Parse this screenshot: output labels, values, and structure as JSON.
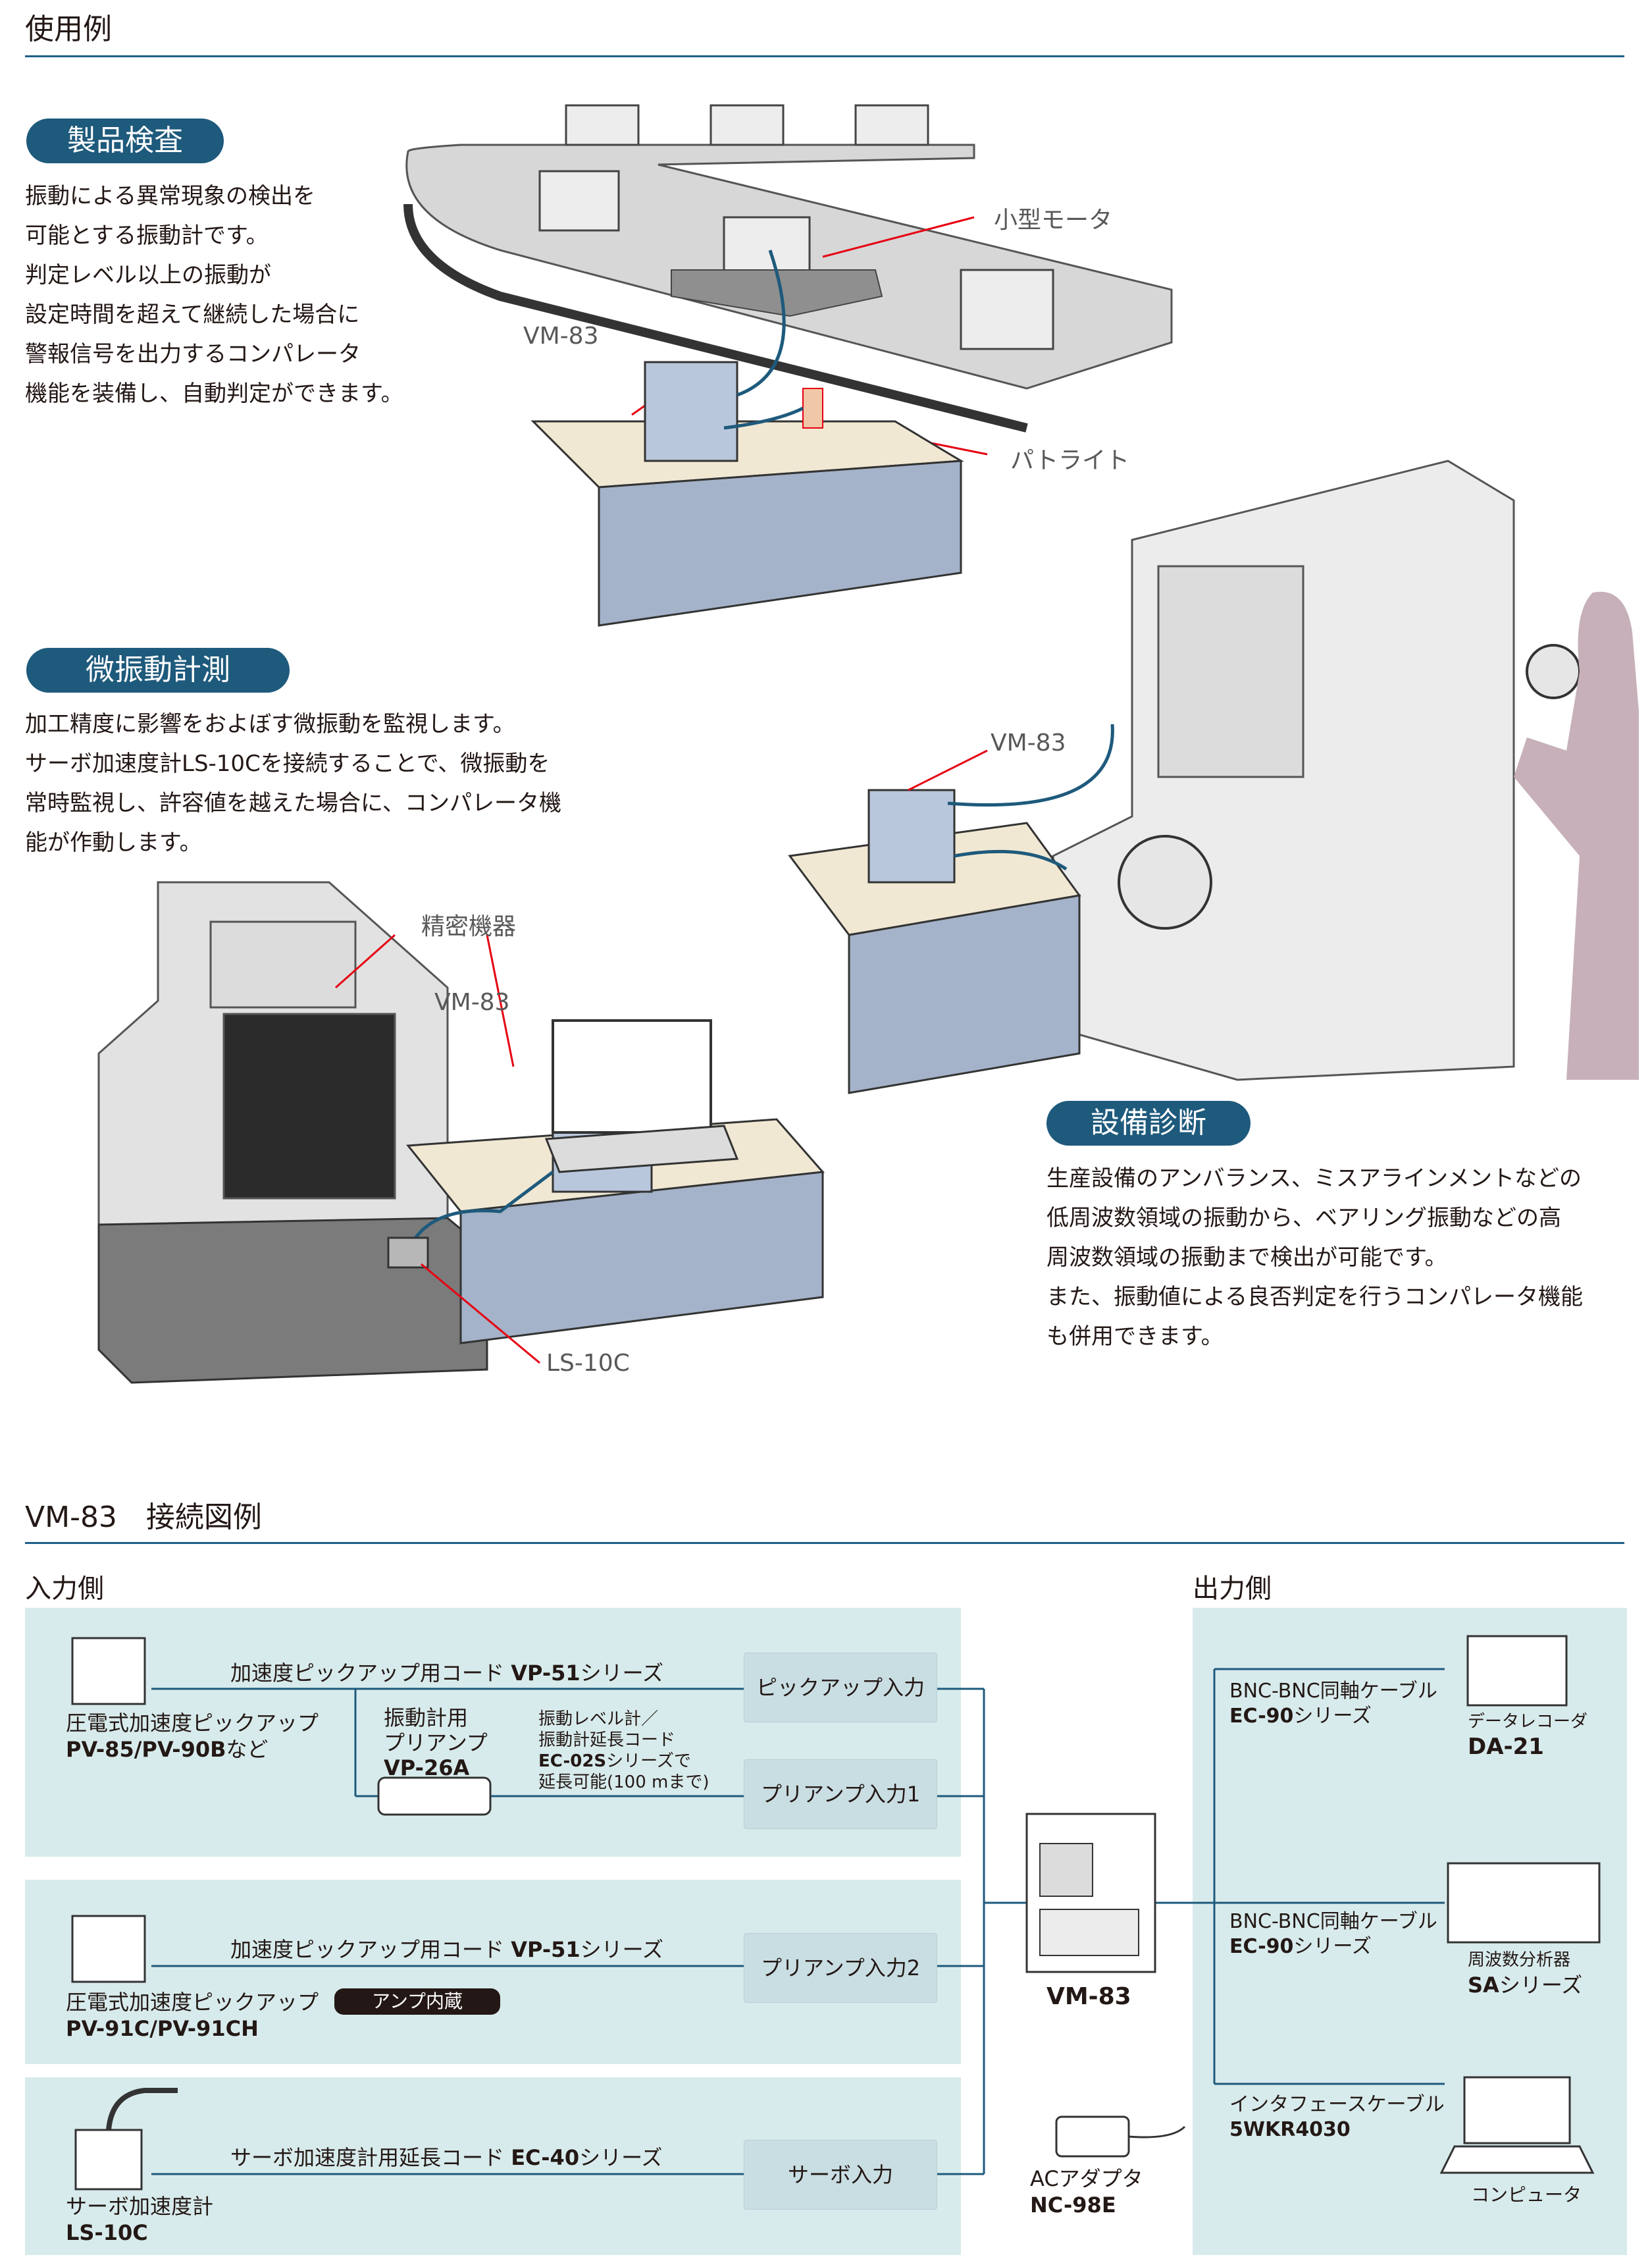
{
  "usage": {
    "section_title": "使用例",
    "inspection": {
      "pill": "製品検査",
      "lines": [
        "振動による異常現象の検出を",
        "可能とする振動計です。",
        "判定レベル以上の振動が",
        "設定時間を超えて継続した場合に",
        "警報信号を出力するコンパレータ",
        "機能を装備し、自動判定ができます。"
      ],
      "callout_motor": "小型モータ",
      "callout_vm": "VM-83",
      "callout_light": "パトライト"
    },
    "micro": {
      "pill": "微振動計測",
      "lines": [
        "加工精度に影響をおよぼす微振動を監視します。",
        "サーボ加速度計LS-10Cを接続することで、微振動を",
        "常時監視し、許容値を越えた場合に、コンパレータ機",
        "能が作動します。"
      ],
      "callout_precision": "精密機器",
      "callout_vm": "VM-83",
      "callout_ls": "LS-10C"
    },
    "diagnosis": {
      "callout_vm": "VM-83",
      "pill": "設備診断",
      "lines": [
        "生産設備のアンバランス、ミスアラインメントなどの",
        "低周波数領域の振動から、ベアリング振動などの高",
        "周波数領域の振動まで検出が可能です。",
        "また、振動値による良否判定を行うコンパレータ機能",
        "も併用できます。"
      ]
    }
  },
  "connection": {
    "section_title": "VM-83　接続図例",
    "input_side": "入力側",
    "output_side": "出力側",
    "panel1": {
      "cord_prefix": "加速度ピックアップ用コード ",
      "cord_model": "VP-51",
      "cord_suffix": "シリーズ",
      "pickup_label": "圧電式加速度ピックアップ",
      "pickup_model": "PV-85/PV-90B",
      "pickup_suffix": "など",
      "preamp_lines": [
        "振動計用",
        "プリアンプ"
      ],
      "preamp_model": "VP-26A",
      "ext_lines": [
        "振動レベル計／",
        "振動計延長コード"
      ],
      "ext_model": "EC-02S",
      "ext_suffix": "シリーズで",
      "ext_note": "延長可能(100 mまで)",
      "box_pickup": "ピックアップ入力",
      "box_preamp1": "プリアンプ入力1"
    },
    "panel2": {
      "cord_prefix": "加速度ピックアップ用コード ",
      "cord_model": "VP-51",
      "cord_suffix": "シリーズ",
      "pickup_label": "圧電式加速度ピックアップ",
      "amp_tag": "アンプ内蔵",
      "pickup_model": "PV-91C/PV-91CH",
      "box_preamp2": "プリアンプ入力2"
    },
    "panel3": {
      "cord_prefix": "サーボ加速度計用延長コード ",
      "cord_model": "EC-40",
      "cord_suffix": "シリーズ",
      "sensor_label": "サーボ加速度計",
      "sensor_model": "LS-10C",
      "box_servo": "サーボ入力"
    },
    "center": {
      "device": "VM-83",
      "adapter_label": "ACアダプタ",
      "adapter_model": "NC-98E"
    },
    "outputs": [
      {
        "cable_label": "BNC-BNC同軸ケーブル",
        "cable_model": "EC-90",
        "cable_suffix": "シリーズ",
        "device_label": "データレコーダ",
        "device_model": "DA-21"
      },
      {
        "cable_label": "BNC-BNC同軸ケーブル",
        "cable_model": "EC-90",
        "cable_suffix": "シリーズ",
        "device_label": "周波数分析器",
        "device_model": "SA",
        "device_suffix": "シリーズ"
      },
      {
        "cable_label": "インタフェースケーブル",
        "cable_model": "5WKR4030",
        "device_label": "コンピュータ"
      }
    ]
  }
}
